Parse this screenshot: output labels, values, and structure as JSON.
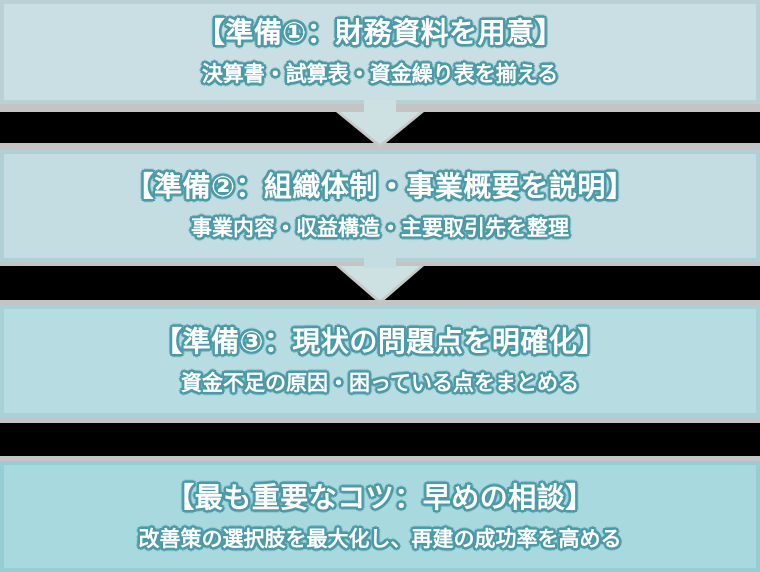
{
  "colors": {
    "box1_bg": "#cadfe3",
    "box2_bg": "#c3dde2",
    "box3_bg": "#b7dce2",
    "box4_bg": "#a8d9df",
    "text_outline": "#4a9aa8",
    "strip": "#c4c4c4",
    "band": "#000000",
    "arrow": "#cde0e2"
  },
  "steps": [
    {
      "title": "【準備①：財務資料を用意】",
      "subtitle": "決算書・試算表・資金繰り表を揃える"
    },
    {
      "title": "【準備②：組織体制・事業概要を説明】",
      "subtitle": "事業内容・収益構造・主要取引先を整理"
    },
    {
      "title": "【準備③：現状の問題点を明確化】",
      "subtitle": "資金不足の原因・困っている点をまとめる"
    },
    {
      "title": "【最も重要なコツ：早めの相談】",
      "subtitle": "改善策の選択肢を最大化し、再建の成功率を高める"
    }
  ],
  "arrows": [
    {
      "icon": "down-arrow-icon"
    },
    {
      "icon": "down-arrow-icon"
    }
  ]
}
